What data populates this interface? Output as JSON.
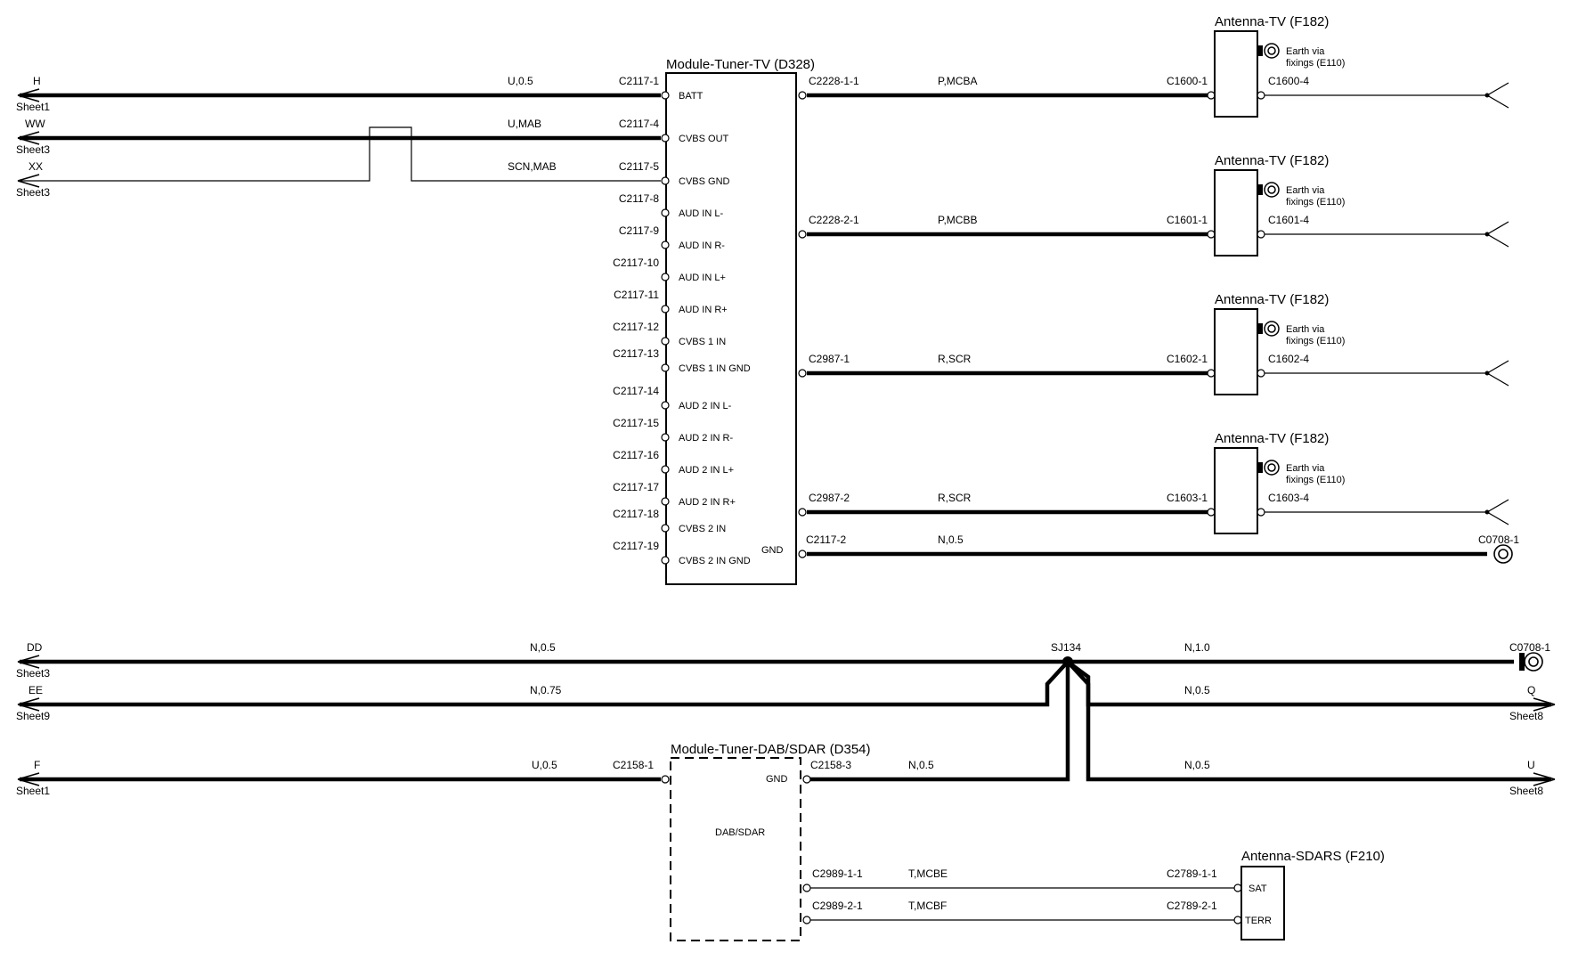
{
  "tv_module": {
    "title": "Module-Tuner-TV (D328)",
    "pins": [
      {
        "conn": "C2117-1",
        "label": "BATT"
      },
      {
        "conn": "C2117-4",
        "label": "CVBS OUT"
      },
      {
        "conn": "C2117-5",
        "label": "CVBS GND"
      },
      {
        "conn": "C2117-8",
        "label": "AUD IN L-"
      },
      {
        "conn": "C2117-9",
        "label": "AUD IN R-"
      },
      {
        "conn": "C2117-10",
        "label": "AUD IN L+"
      },
      {
        "conn": "C2117-11",
        "label": "AUD IN R+"
      },
      {
        "conn": "C2117-12",
        "label": "CVBS 1 IN"
      },
      {
        "conn": "C2117-13",
        "label": "CVBS 1 IN GND"
      },
      {
        "conn": "C2117-14",
        "label": "AUD 2 IN L-"
      },
      {
        "conn": "C2117-15",
        "label": "AUD 2 IN R-"
      },
      {
        "conn": "C2117-16",
        "label": "AUD 2 IN L+"
      },
      {
        "conn": "C2117-17",
        "label": "AUD 2 IN R+"
      },
      {
        "conn": "C2117-18",
        "label": "CVBS 2 IN"
      },
      {
        "conn": "C2117-19",
        "label": "CVBS 2 IN GND"
      }
    ],
    "gnd_label": "GND"
  },
  "left_wires": [
    {
      "id": "H",
      "sheet": "Sheet1",
      "spec": "U,0.5"
    },
    {
      "id": "WW",
      "sheet": "Sheet3",
      "spec": "U,MAB"
    },
    {
      "id": "XX",
      "sheet": "Sheet3",
      "spec": "SCN,MAB"
    }
  ],
  "antennas": [
    {
      "title": "Antenna-TV (F182)",
      "earth": [
        "Earth via",
        "fixings (E110)"
      ],
      "wire_conn": "C2228-1-1",
      "spec": "P,MCBA",
      "ant_in": "C1600-1",
      "ant_out": "C1600-4"
    },
    {
      "title": "Antenna-TV (F182)",
      "earth": [
        "Earth via",
        "fixings (E110)"
      ],
      "wire_conn": "C2228-2-1",
      "spec": "P,MCBB",
      "ant_in": "C1601-1",
      "ant_out": "C1601-4"
    },
    {
      "title": "Antenna-TV (F182)",
      "earth": [
        "Earth via",
        "fixings (E110)"
      ],
      "wire_conn": "C2987-1",
      "spec": "R,SCR",
      "ant_in": "C1602-1",
      "ant_out": "C1602-4"
    },
    {
      "title": "Antenna-TV (F182)",
      "earth": [
        "Earth via",
        "fixings (E110)"
      ],
      "wire_conn": "C2987-2",
      "spec": "R,SCR",
      "ant_in": "C1603-1",
      "ant_out": "C1603-4"
    }
  ],
  "gnd_wire": {
    "conn": "C2117-2",
    "spec": "N,0.5",
    "ground": "C0708-1"
  },
  "splice": {
    "name": "SJ134",
    "dd": {
      "id": "DD",
      "sheet": "Sheet3",
      "spec": "N,0.5"
    },
    "ee": {
      "id": "EE",
      "sheet": "Sheet9",
      "spec": "N,0.75"
    },
    "ground": {
      "conn": "C0708-1",
      "spec": "N,1.0"
    },
    "q": {
      "id": "Q",
      "sheet": "Sheet8",
      "spec": "N,0.5"
    },
    "u": {
      "id": "U",
      "sheet": "Sheet8",
      "spec": "N,0.5"
    }
  },
  "dab_module": {
    "title": "Module-Tuner-DAB/SDAR (D354)",
    "inner": "DAB/SDAR",
    "gnd_label": "GND",
    "f_wire": {
      "id": "F",
      "sheet": "Sheet1",
      "spec": "U,0.5",
      "conn": "C2158-1"
    },
    "gnd_conn": "C2158-3",
    "gnd_spec": "N,0.5",
    "sdars_wires": [
      {
        "conn": "C2989-1-1",
        "spec": "T,MCBE",
        "ant_conn": "C2789-1-1"
      },
      {
        "conn": "C2989-2-1",
        "spec": "T,MCBF",
        "ant_conn": "C2789-2-1"
      }
    ]
  },
  "sdars_antenna": {
    "title": "Antenna-SDARS (F210)",
    "pins": [
      "SAT",
      "TERR"
    ]
  }
}
